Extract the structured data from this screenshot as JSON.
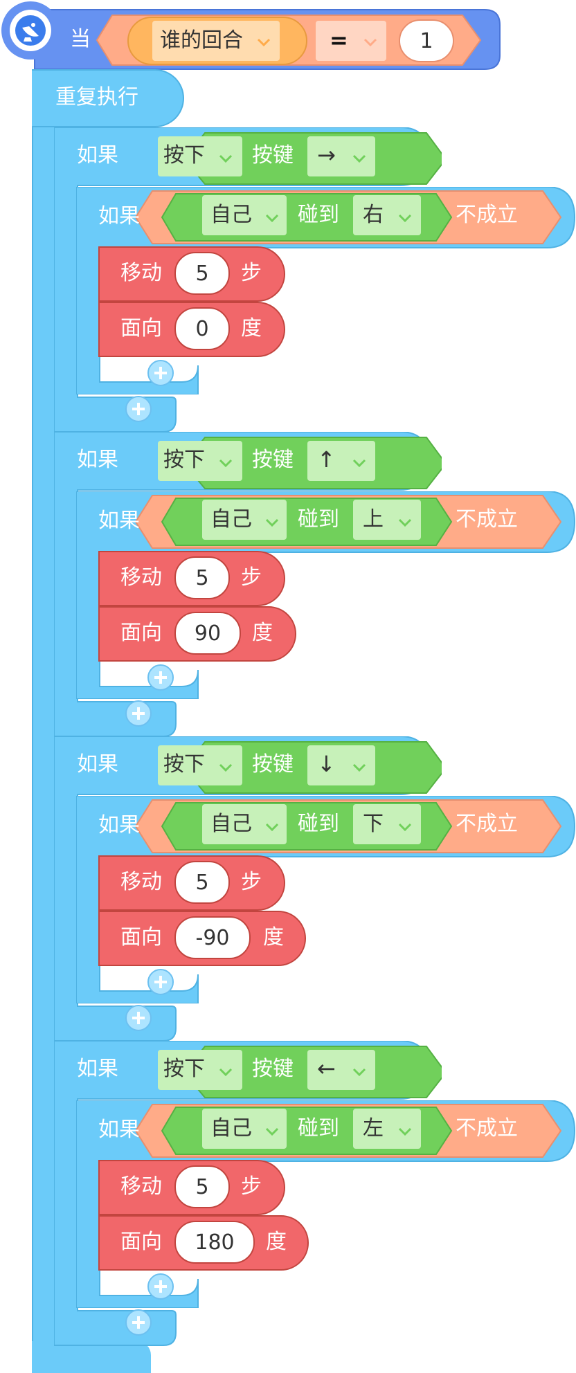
{
  "hat": {
    "label": "当",
    "variable": "谁的回合",
    "operator": "=",
    "value": "1"
  },
  "repeat_label": "重复执行",
  "add_button_label": "+",
  "groups": [
    {
      "if_label": "如果",
      "press_label": "按下",
      "key_label": "按键",
      "key": "→",
      "inner_if_label": "如果",
      "self_label": "自己",
      "touch_label": "碰到",
      "target": "右",
      "not_label": "不成立",
      "move_label": "移动",
      "move_steps": "5",
      "steps_unit": "步",
      "face_label": "面向",
      "face_value": "0",
      "degree_unit": "度"
    },
    {
      "if_label": "如果",
      "press_label": "按下",
      "key_label": "按键",
      "key": "↑",
      "inner_if_label": "如果",
      "self_label": "自己",
      "touch_label": "碰到",
      "target": "上",
      "not_label": "不成立",
      "move_label": "移动",
      "move_steps": "5",
      "steps_unit": "步",
      "face_label": "面向",
      "face_value": "90",
      "degree_unit": "度"
    },
    {
      "if_label": "如果",
      "press_label": "按下",
      "key_label": "按键",
      "key": "↓",
      "inner_if_label": "如果",
      "self_label": "自己",
      "touch_label": "碰到",
      "target": "下",
      "not_label": "不成立",
      "move_label": "移动",
      "move_steps": "5",
      "steps_unit": "步",
      "face_label": "面向",
      "face_value": "-90",
      "degree_unit": "度"
    },
    {
      "if_label": "如果",
      "press_label": "按下",
      "key_label": "按键",
      "key": "←",
      "inner_if_label": "如果",
      "self_label": "自己",
      "touch_label": "碰到",
      "target": "左",
      "not_label": "不成立",
      "move_label": "移动",
      "move_steps": "5",
      "steps_unit": "步",
      "face_label": "面向",
      "face_value": "180",
      "degree_unit": "度"
    }
  ],
  "colors": {
    "control_blue": "#6bcbf9",
    "control_border": "#4fb2e3",
    "event_blue": "#6692f1",
    "sensing_green": "#71d05b",
    "dropdown_green": "#c7f1b9",
    "operator_salmon": "#ffab88",
    "motion_red": "#f1676a",
    "variable_orange": "#ffb65f"
  }
}
